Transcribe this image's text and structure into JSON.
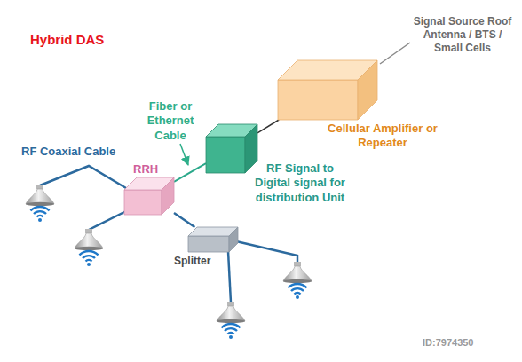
{
  "diagram": {
    "title": "Hybrid DAS",
    "nodes": [
      {
        "text": [
          "Cellular Amplifier or Repeater"
        ]
      },
      {
        "text": [
          "RF Signal to Digital signal for distribution Unit"
        ]
      },
      {
        "text": [
          "RRH"
        ]
      },
      {
        "text": [
          "Splitter"
        ]
      }
    ],
    "edges": [
      {
        "from": 0,
        "to": 1,
        "arrow": "none"
      },
      {
        "from": 1,
        "to": 2,
        "arrow": "none"
      },
      {
        "from": 2,
        "to": 3,
        "arrow": "none"
      }
    ],
    "labels": [
      "Signal Source Roof Antenna / BTS / Small Cells",
      "Fiber or Ethernet Cable",
      "RF Coaxial Cable",
      "ID:7974350"
    ]
  }
}
